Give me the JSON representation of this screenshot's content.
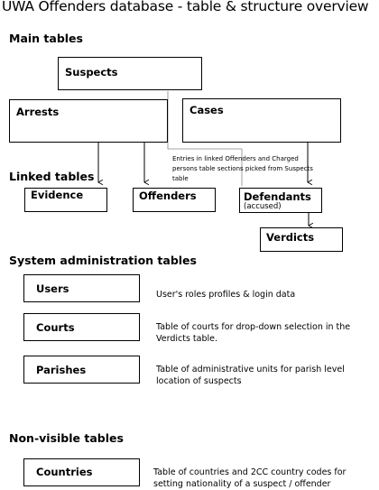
{
  "title": "UWA Offenders database - table & structure overview",
  "sections": {
    "main": "Main tables",
    "linked": "Linked tables",
    "admin": "System administration tables",
    "nonvisible": "Non-visible tables"
  },
  "boxes": {
    "suspects": "Suspects",
    "arrests": "Arrests",
    "cases": "Cases",
    "evidence": "Evidence",
    "offenders": "Offenders",
    "defendants": "Defendants",
    "defendants_sub": "(accused)",
    "verdicts": "Verdicts",
    "users": "Users",
    "courts": "Courts",
    "parishes": "Parishes",
    "countries": "Countries"
  },
  "descriptions": {
    "users": "User's roles profiles & login data",
    "courts": "Table of courts for drop-down selection in the Verdicts table.",
    "parishes": "Table of administrative units for parish level location of suspects",
    "countries": "Table of countries and 2CC country codes for setting nationality of a suspect / offender"
  },
  "note": "Entries in linked Offenders and Charged persons table sections picked from Suspects table"
}
